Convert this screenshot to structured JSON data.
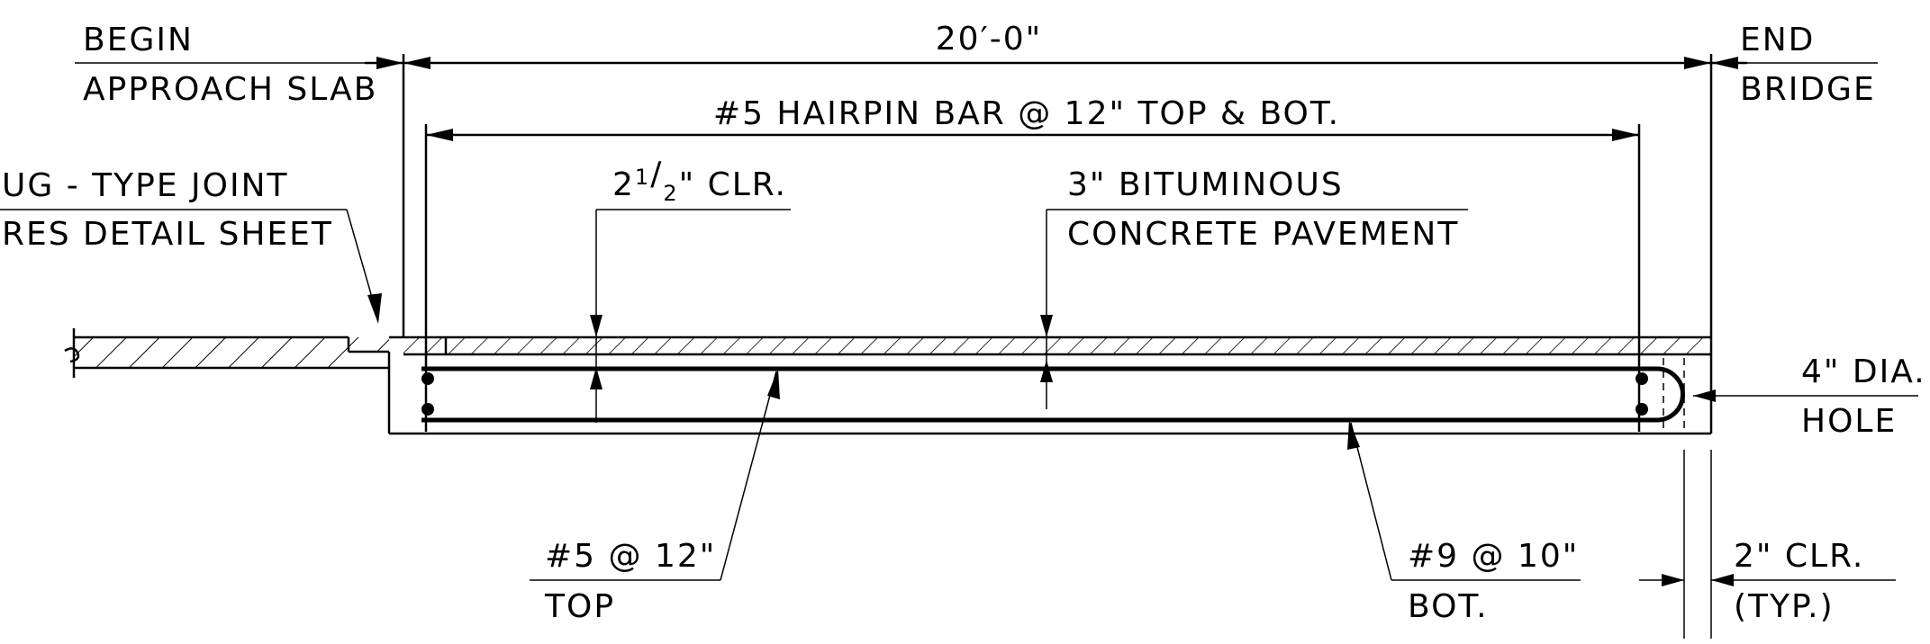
{
  "labels": {
    "begin_line1": "BEGIN",
    "begin_line2": "APPROACH SLAB",
    "length_dim": "20′-0\"",
    "end_line1": "END",
    "end_line2": "BRIDGE",
    "hairpin": "#5 HAIRPIN BAR @ 12\" TOP & BOT.",
    "joint_line1": "UG - TYPE JOINT",
    "joint_line2": "RES DETAIL SHEET",
    "clear_prefix": "2",
    "clear_num": "1",
    "clear_den": "2",
    "clear_suffix": "\" CLR.",
    "pavement_line1": "3\" BITUMINOUS",
    "pavement_line2": "CONCRETE PAVEMENT",
    "hole_line1": "4\" DIA.",
    "hole_line2": "HOLE",
    "top_bar_line1": "#5 @ 12\"",
    "top_bar_line2": "TOP",
    "bot_bar_line1": "#9 @ 10\"",
    "bot_bar_line2": "BOT.",
    "end_clear_line1": "2\" CLR.",
    "end_clear_line2": "(TYP.)"
  },
  "colors": {
    "ink": "#000000",
    "background": "#ffffff"
  }
}
